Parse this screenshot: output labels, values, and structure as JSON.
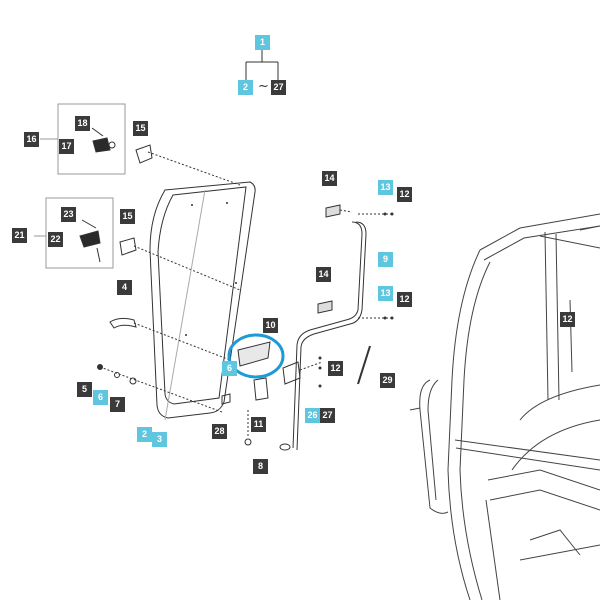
{
  "colors": {
    "dark_label": "#3a3a3a",
    "cyan_label": "#5fc6df",
    "highlight_ring": "#1e9ad6",
    "line": "#333333"
  },
  "header": {
    "top": "1",
    "range_start": "2",
    "range_sep": "~",
    "range_end": "27"
  },
  "callouts": {
    "c18": "18",
    "c16": "16",
    "c17": "17",
    "c15a": "15",
    "c23": "23",
    "c21": "21",
    "c22": "22",
    "c15b": "15",
    "c14a": "14",
    "c13a": "13",
    "c12a": "12",
    "c9": "9",
    "c14b": "14",
    "c13b": "13",
    "c12b": "12",
    "c12frame": "12",
    "c4": "4",
    "c10": "10",
    "c6a": "6",
    "c12c": "12",
    "c29": "29",
    "c5": "5",
    "c6b": "6",
    "c7": "7",
    "c26": "26",
    "c27": "27",
    "c28": "28",
    "c11": "11",
    "c2": "2",
    "c3": "3",
    "c8": "8"
  }
}
